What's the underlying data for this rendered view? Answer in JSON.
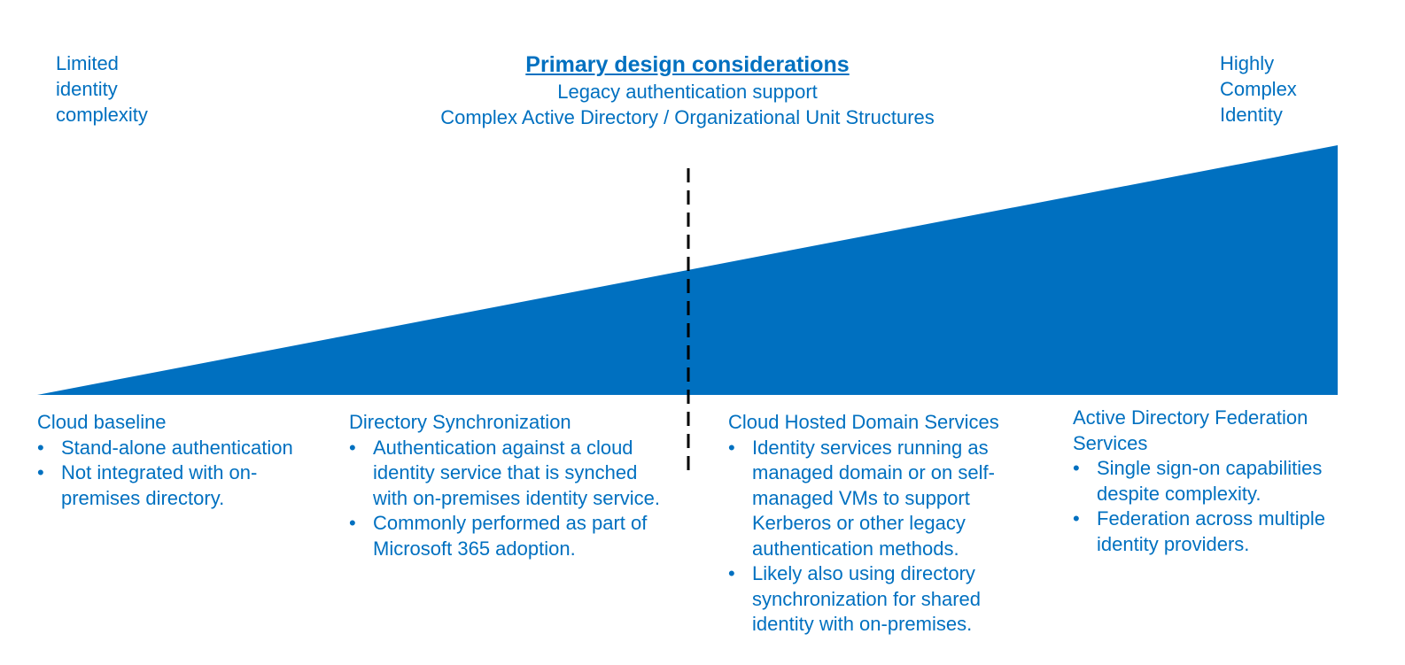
{
  "corners": {
    "left": [
      "Limited",
      "identity",
      "complexity"
    ],
    "right": [
      "Highly",
      "Complex",
      "Identity"
    ]
  },
  "header": {
    "title": "Primary design considerations",
    "lines": [
      "Legacy authentication support",
      "Complex Active Directory / Organizational Unit Structures"
    ]
  },
  "colors": {
    "accent": "#0070c0",
    "divider": "#000000",
    "background": "#ffffff"
  },
  "columns": [
    {
      "heading": "Cloud baseline",
      "bullets": [
        "Stand-alone authentication",
        "Not integrated with on-premises directory."
      ]
    },
    {
      "heading": "Directory Synchronization",
      "bullets": [
        "Authentication against a cloud identity service that is synched with on-premises identity service.",
        "Commonly performed as part of Microsoft 365 adoption."
      ]
    },
    {
      "heading": "Cloud Hosted Domain Services",
      "bullets": [
        "Identity services running as managed domain or on self-managed VMs to support Kerberos or other legacy authentication methods.",
        "Likely also using directory synchronization for shared identity with on-premises."
      ]
    },
    {
      "heading": "Active Directory Federation Services",
      "bullets": [
        "Single sign-on capabilities despite complexity.",
        "Federation across multiple identity providers."
      ]
    }
  ]
}
